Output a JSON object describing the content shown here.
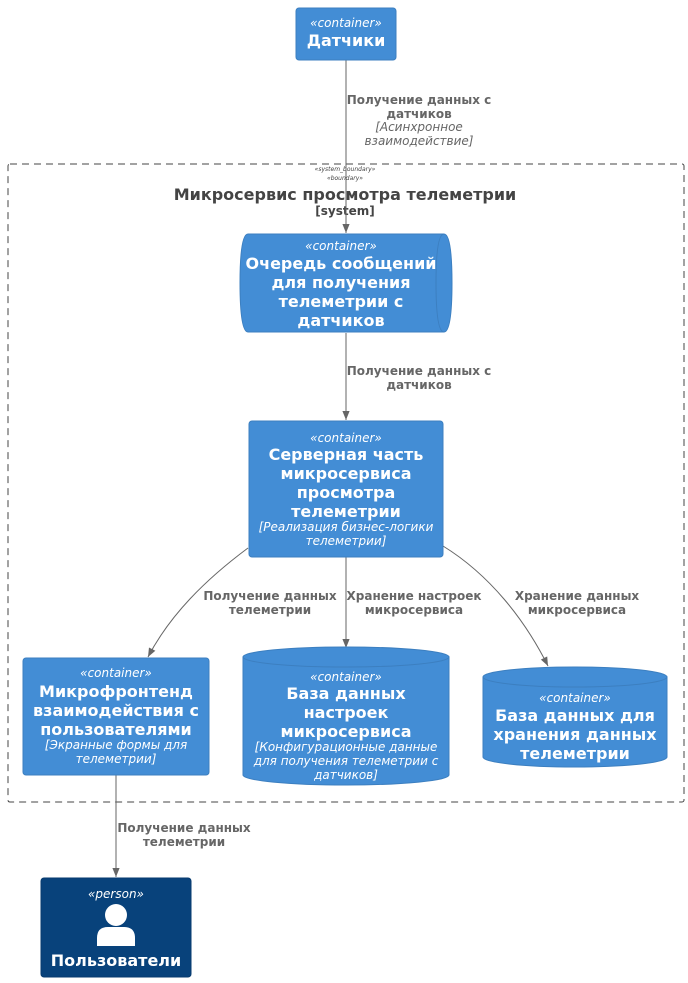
{
  "colors": {
    "container": "#438DD5",
    "container_border": "#3C7FC0",
    "person": "#08427B",
    "arrow": "#666666",
    "boundary": "#444444"
  },
  "boundary": {
    "stereo1": "«system_boundary»",
    "stereo2": "«boundary»",
    "title": "Микросервис просмотра телеметрии",
    "type": "[system]"
  },
  "sensors": {
    "stereo": "«container»",
    "title": "Датчики"
  },
  "queue": {
    "stereo": "«container»",
    "title": [
      "Очередь сообщений",
      "для получения",
      "телеметрии с",
      "датчиков"
    ]
  },
  "backend": {
    "stereo": "«container»",
    "title": [
      "Серверная часть",
      "микросервиса",
      "просмотра",
      "телеметрии"
    ],
    "desc": [
      "[Реализация бизнес-логики",
      "телеметрии]"
    ]
  },
  "frontend": {
    "stereo": "«container»",
    "title": [
      "Микрофронтенд",
      "взаимодействия с",
      "пользователями"
    ],
    "desc": [
      "[Экранные формы для",
      "телеметрии]"
    ]
  },
  "config_db": {
    "stereo": "«container»",
    "title": [
      "База данных",
      "настроек",
      "микросервиса"
    ],
    "desc": [
      "[Конфигурационные данные",
      "для получения телеметрии с",
      "датчиков]"
    ]
  },
  "telemetry_db": {
    "stereo": "«container»",
    "title": [
      "База данных для",
      "хранения данных",
      "телеметрии"
    ]
  },
  "users": {
    "stereo": "«person»",
    "title": "Пользователи",
    "icon": "person-icon"
  },
  "relations": {
    "sensors_queue": {
      "label": [
        "Получение данных с",
        "датчиков"
      ],
      "tech": [
        "[Асинхронное",
        "взаимодействие]"
      ]
    },
    "queue_backend": {
      "label": [
        "Получение данных с",
        "датчиков"
      ]
    },
    "backend_frontend": {
      "label": [
        "Получение данных",
        "телеметрии"
      ]
    },
    "backend_config": {
      "label": [
        "Хранение настроек",
        "микросервиса"
      ]
    },
    "backend_telemetry": {
      "label": [
        "Хранение данных",
        "микросервиса"
      ]
    },
    "frontend_users": {
      "label": [
        "Получение данных",
        "телеметрии"
      ]
    }
  }
}
